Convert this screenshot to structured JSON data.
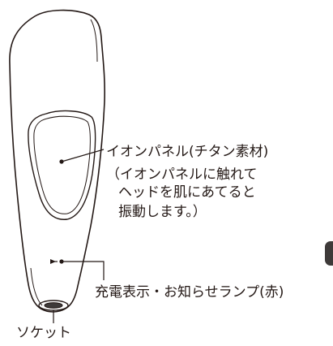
{
  "labels": {
    "ion_panel": "イオンパネル(チタン素材)",
    "ion_panel_note_line1": "（イオンパネルに触れて",
    "ion_panel_note_line2": "ヘッドを肌にあてると",
    "ion_panel_note_line3": "振動します。）",
    "charge_indicator": "充電表示・お知らせランプ(赤)",
    "socket": "ソケット"
  },
  "colors": {
    "line": "#231815",
    "tab": "#3e3a39",
    "background": "#ffffff"
  }
}
